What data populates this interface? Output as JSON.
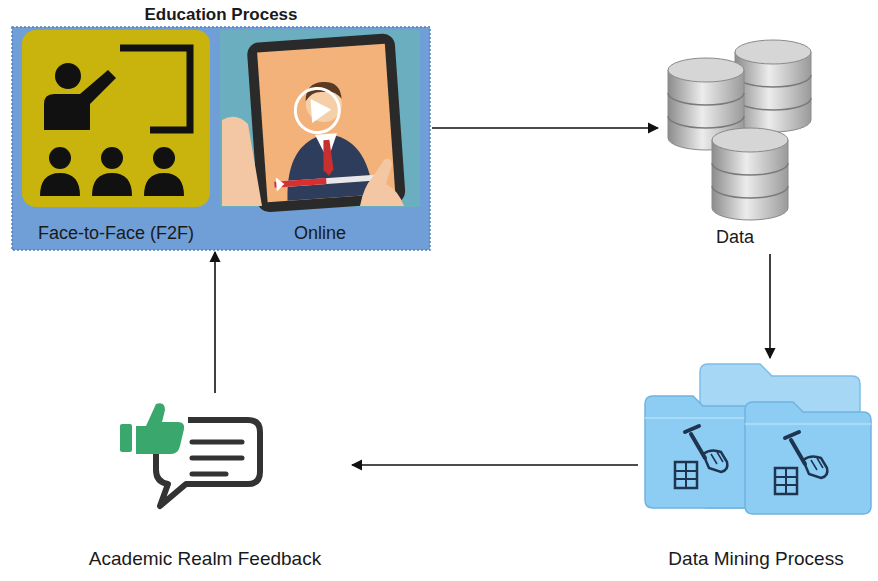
{
  "diagram": {
    "nodes": [
      {
        "text": [
          "Education Process"
        ]
      },
      {
        "text": [
          "Face-to-Face (F2F)"
        ],
        "in": 0
      },
      {
        "text": [
          "Online"
        ],
        "in": 0
      },
      {
        "text": [
          "Data"
        ]
      },
      {
        "text": [
          "Data Mining Process"
        ]
      },
      {
        "text": [
          "Academic Realm Feedback"
        ]
      }
    ],
    "edges": [
      {
        "from": 0,
        "to": 3,
        "arrow": "to"
      },
      {
        "from": 3,
        "to": 4,
        "arrow": "to"
      },
      {
        "from": 4,
        "to": 5,
        "arrow": "to"
      },
      {
        "from": 5,
        "to": 0,
        "arrow": "to"
      }
    ]
  }
}
